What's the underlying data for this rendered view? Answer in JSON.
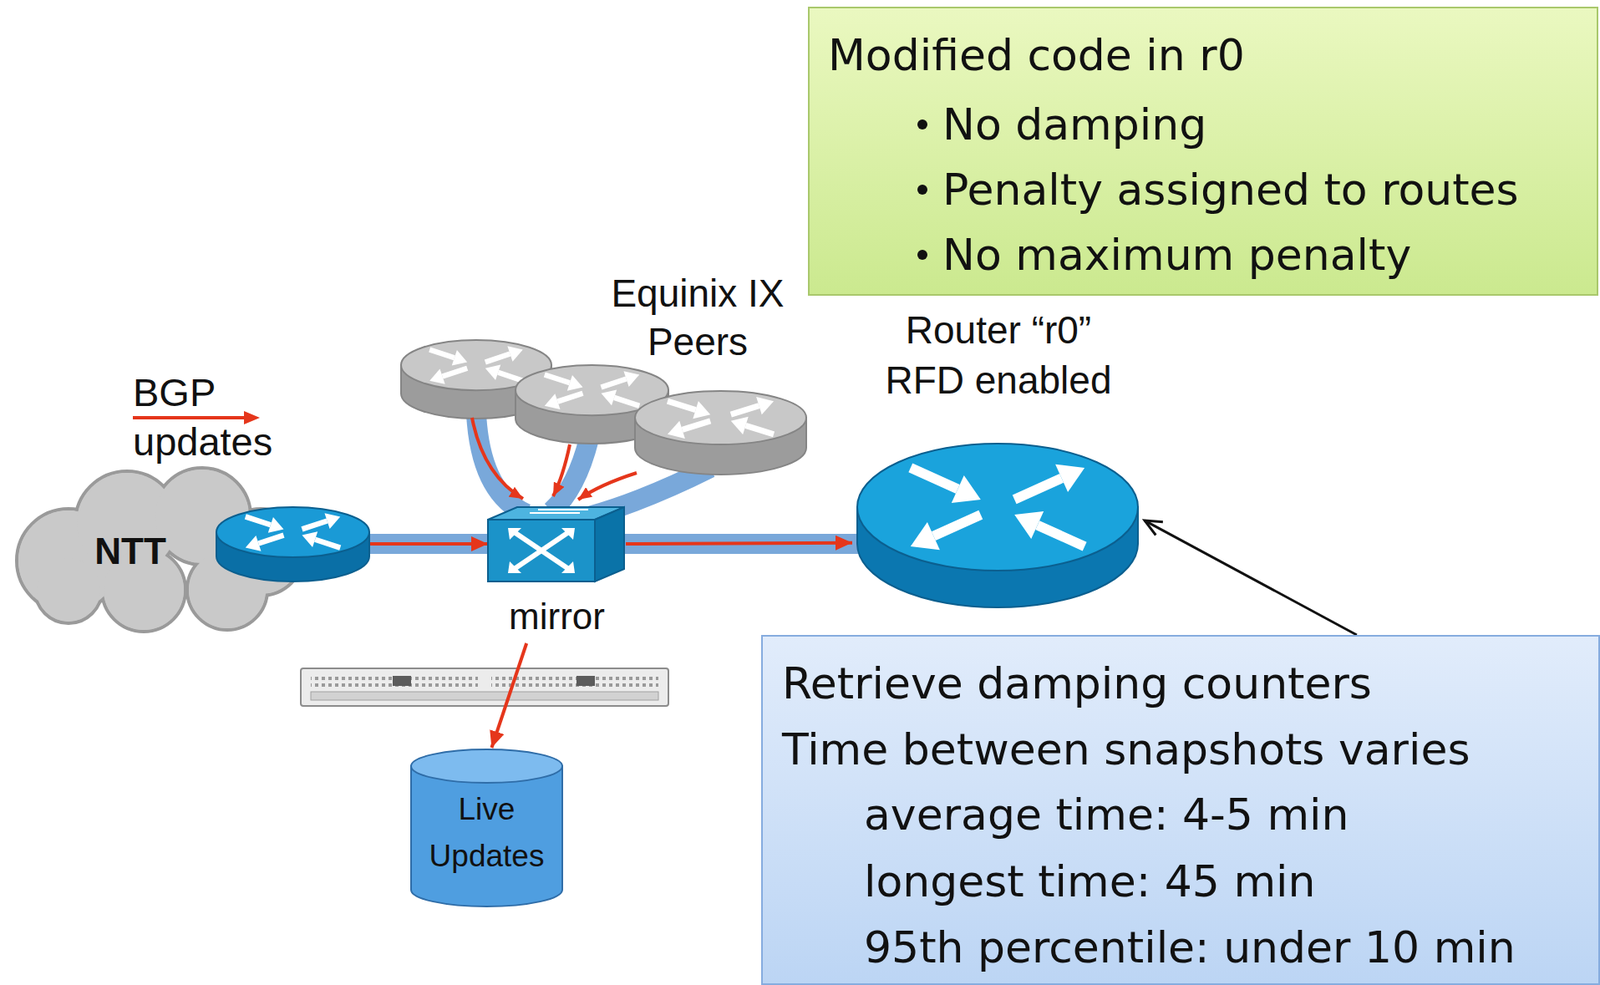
{
  "diagram": {
    "nodes": [
      {
        "text": [
          "Modified code in r0",
          "No damping",
          "Penalty assigned to routes",
          "No maximum penalty"
        ]
      },
      {
        "text": [
          "NTT"
        ]
      },
      {
        "text": [
          "mirror"
        ]
      },
      {
        "text": [
          "Router “r0” RFD enabled"
        ]
      },
      {
        "text": [
          "Live Updates"
        ]
      },
      {
        "text": [
          "Retrieve damping counters",
          "Time between snapshots varies",
          "average time: 4-5 min",
          "longest time: 45 min",
          "95th percentile: under 10 min"
        ]
      }
    ],
    "edges": [
      {
        "from": 1,
        "to": 2,
        "arrow": "to"
      },
      {
        "from": 2,
        "to": 3,
        "arrow": "to"
      },
      {
        "from": 2,
        "to": 4,
        "arrow": "to"
      },
      {
        "from": 5,
        "to": 3,
        "arrow": "to"
      }
    ],
    "labels": [
      "BGP updates",
      "Equinix IX Peers"
    ]
  }
}
